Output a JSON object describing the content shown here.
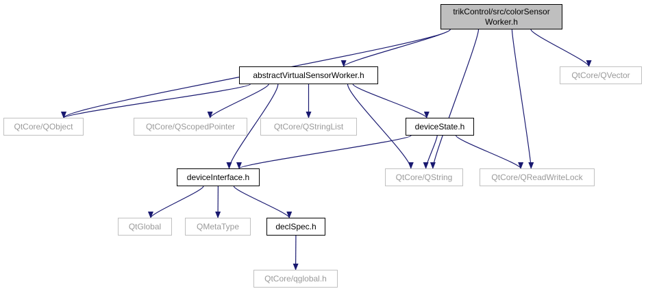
{
  "diagram": {
    "edge_color": "#191970",
    "nodes": {
      "root": {
        "line1": "trikControl/src/colorSensor",
        "line2": "Worker.h"
      },
      "abstract": "abstractVirtualSensorWorker.h",
      "qvector": "QtCore/QVector",
      "qobject": "QtCore/QObject",
      "qscoped": "QtCore/QScopedPointer",
      "qstringlist": "QtCore/QStringList",
      "devicestate": "deviceState.h",
      "deviceinterface": "deviceInterface.h",
      "qstring": "QtCore/QString",
      "qrwlock": "QtCore/QReadWriteLock",
      "qtglobal": "QtGlobal",
      "qmetatype": "QMetaType",
      "declspec": "declSpec.h",
      "qglobal_h": "QtCore/qglobal.h"
    },
    "edges": [
      [
        "root",
        "abstract"
      ],
      [
        "root",
        "qobject"
      ],
      [
        "root",
        "qvector"
      ],
      [
        "root",
        "qstring"
      ],
      [
        "root",
        "qrwlock"
      ],
      [
        "abstract",
        "qobject"
      ],
      [
        "abstract",
        "qscoped"
      ],
      [
        "abstract",
        "qstringlist"
      ],
      [
        "abstract",
        "devicestate"
      ],
      [
        "abstract",
        "qstring"
      ],
      [
        "abstract",
        "deviceinterface"
      ],
      [
        "devicestate",
        "deviceinterface"
      ],
      [
        "devicestate",
        "qstring"
      ],
      [
        "devicestate",
        "qrwlock"
      ],
      [
        "deviceinterface",
        "qtglobal"
      ],
      [
        "deviceinterface",
        "qmetatype"
      ],
      [
        "deviceinterface",
        "declspec"
      ],
      [
        "declspec",
        "qglobal_h"
      ]
    ]
  }
}
